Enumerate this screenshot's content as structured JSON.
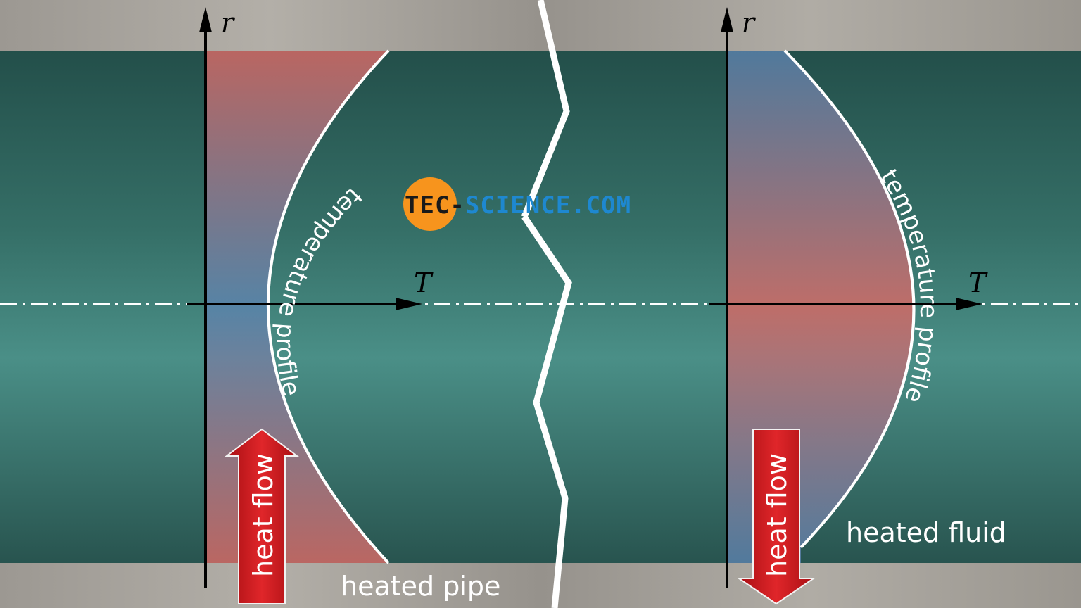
{
  "labels": {
    "axis_r": "r",
    "axis_t": "T",
    "temperature_profile": "temperature profile",
    "heat_flow": "heat flow",
    "heated_pipe": "heated pipe",
    "heated_fluid": "heated fluid"
  },
  "logo": {
    "part_dark": "TEC-",
    "part_blue": "SCIENCE.COM",
    "circle_color": "#f7941d",
    "blue_color": "#1e88d0",
    "dark_color": "#1a1a1a"
  },
  "colors": {
    "fluid": "#2f6b63",
    "fluid_light": "#4f9a92",
    "pipe_wall": "#a8a49e",
    "hot": "#d46a66",
    "cold": "#5c84b0",
    "arrow_red": "#d3161b",
    "curve": "#ffffff"
  }
}
